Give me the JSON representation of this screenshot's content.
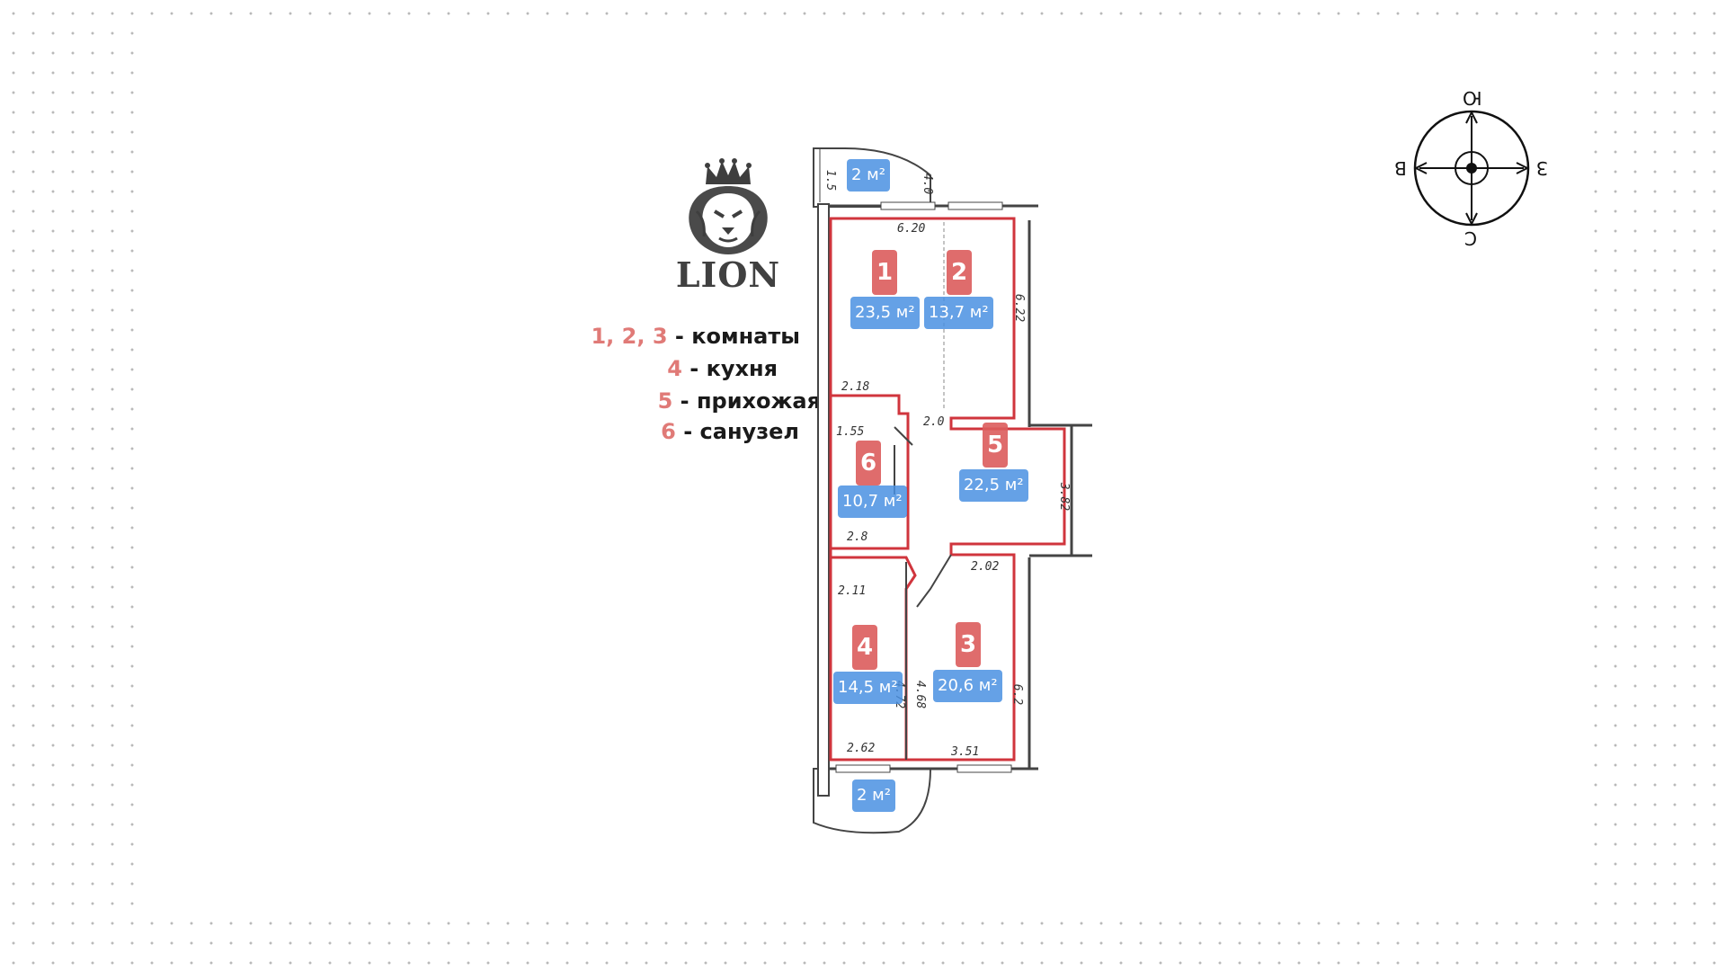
{
  "brand": {
    "name": "LION"
  },
  "legend": [
    {
      "nums": "1, 2, 3",
      "label": "- комнаты"
    },
    {
      "nums": "4",
      "label": "- кухня"
    },
    {
      "nums": "5",
      "label": "- прихожая"
    },
    {
      "nums": "6",
      "label": "- санузел"
    }
  ],
  "rooms": [
    {
      "number": "1",
      "area": "23,5 м²"
    },
    {
      "number": "2",
      "area": "13,7 м²"
    },
    {
      "number": "3",
      "area": "20,6 м²"
    },
    {
      "number": "4",
      "area": "14,5 м²"
    },
    {
      "number": "5",
      "area": "22,5 м²"
    },
    {
      "number": "6",
      "area": "10,7 м²"
    }
  ],
  "balconies": [
    {
      "area": "2 м²"
    },
    {
      "area": "2 м²"
    }
  ],
  "dimensions": [
    "6.20",
    "6.22",
    "2.18",
    "1.55",
    "2.0",
    "2.8",
    "2.11",
    "2.02",
    "4.72",
    "4.68",
    "6.2",
    "2.62",
    "3.51",
    "3.82",
    "1.5",
    "4.0"
  ],
  "compass": {
    "north": "Ю",
    "south": "С",
    "east": "З",
    "west": "В"
  },
  "colors": {
    "room_badge": "#dc5c5c",
    "area_badge": "#4a90e2",
    "room_outline": "#d0353d",
    "legend_numbers": "#e07a77"
  }
}
